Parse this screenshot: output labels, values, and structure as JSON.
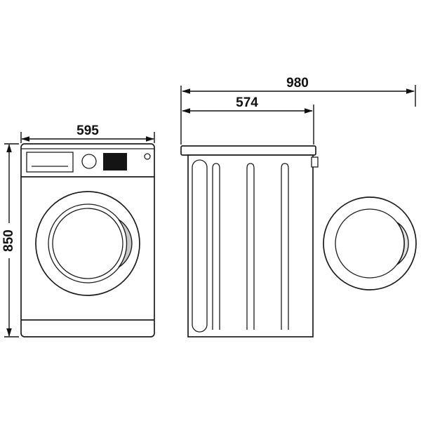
{
  "diagram": {
    "type": "appliance-dimension-drawing",
    "subject": "washing machine front and side views",
    "dimensions": {
      "width_mm": "595",
      "height_mm": "850",
      "depth_mm": "574",
      "depth_door_open_mm": "980"
    },
    "colors": {
      "line": "#1c1c1c",
      "background": "#ffffff",
      "display_fill": "#141414",
      "door_handle_fill": "#c9c9c9"
    }
  }
}
